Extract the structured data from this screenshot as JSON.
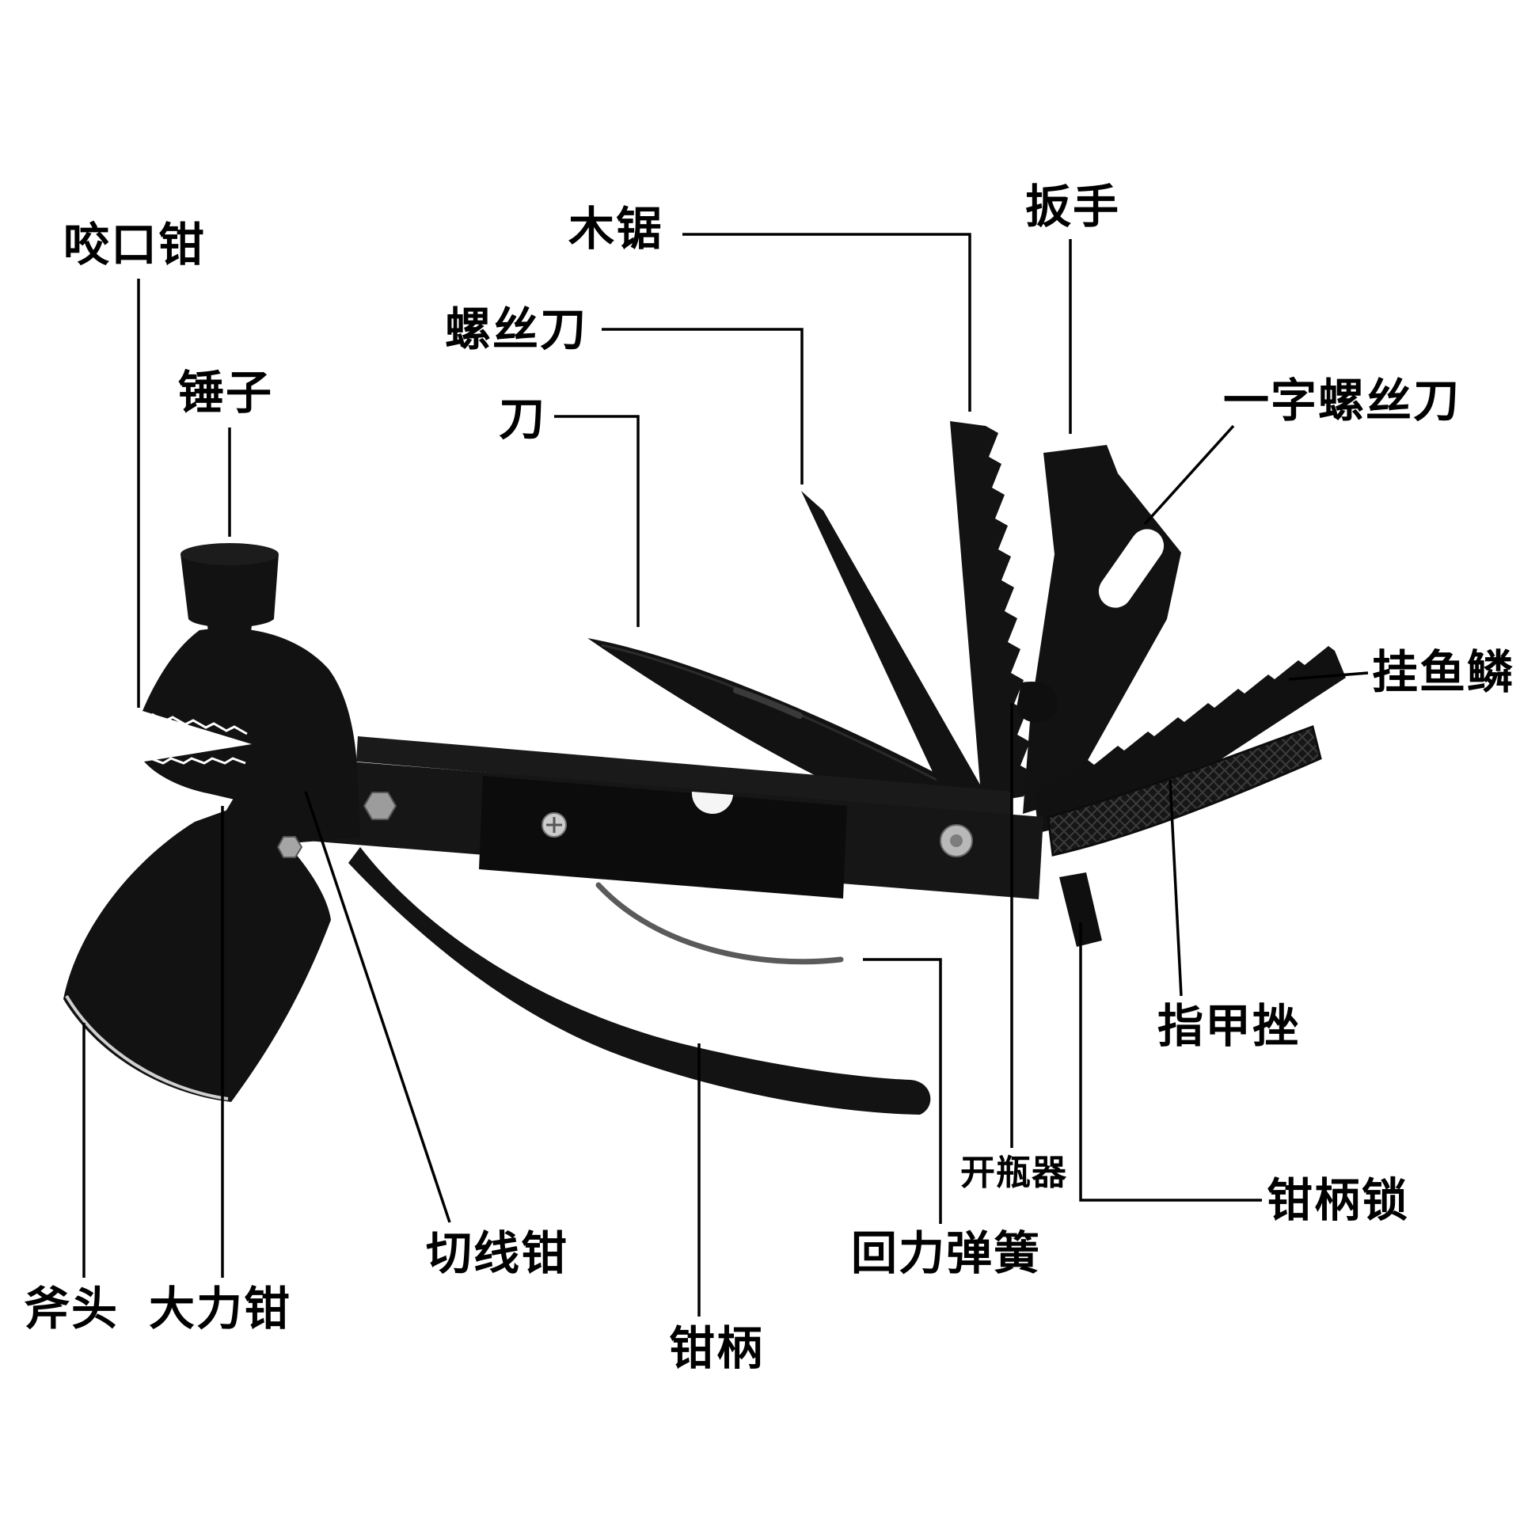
{
  "page": {
    "background": "#ffffff",
    "tool_color": "#131313",
    "label_color": "#000000",
    "line_color": "#000000"
  },
  "diagram": {
    "type": "labeled-product-diagram",
    "subject": "multi-function hammer axe multitool",
    "labels": [
      {
        "id": "bite-pliers",
        "text": "咬口钳"
      },
      {
        "id": "hammer",
        "text": "锤子"
      },
      {
        "id": "wood-saw",
        "text": "木锯"
      },
      {
        "id": "phillips-screwdriver",
        "text": "螺丝刀"
      },
      {
        "id": "knife",
        "text": "刀"
      },
      {
        "id": "wrench",
        "text": "扳手"
      },
      {
        "id": "flathead-screwdriver",
        "text": "一字螺丝刀"
      },
      {
        "id": "fish-scaler",
        "text": "挂鱼鳞"
      },
      {
        "id": "nail-file",
        "text": "指甲挫"
      },
      {
        "id": "bottle-opener",
        "text": "开瓶器"
      },
      {
        "id": "plier-handle-lock",
        "text": "钳柄锁"
      },
      {
        "id": "return-spring",
        "text": "回力弹簧"
      },
      {
        "id": "plier-handle",
        "text": "钳柄"
      },
      {
        "id": "wire-cutter",
        "text": "切线钳"
      },
      {
        "id": "heavy-duty-pliers",
        "text": "大力钳"
      },
      {
        "id": "axe-head",
        "text": "斧头"
      }
    ]
  }
}
